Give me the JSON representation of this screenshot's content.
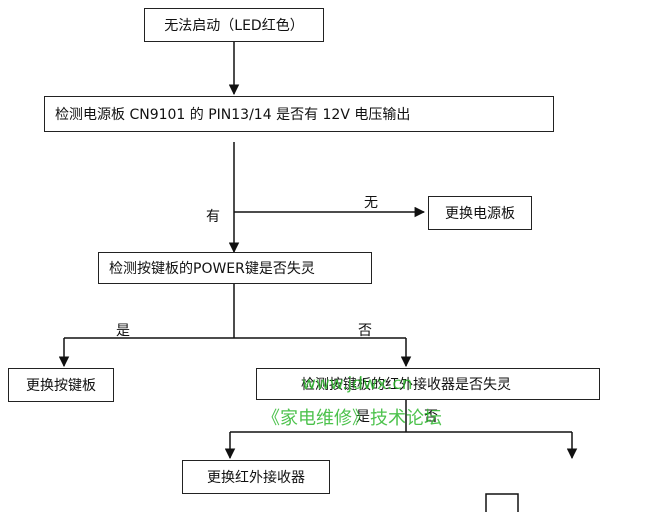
{
  "nodes": {
    "start": "无法启动（LED红色）",
    "check_power": "检测电源板 CN9101 的 PIN13/14 是否有 12V 电压输出",
    "replace_power": "更换电源板",
    "check_key": "检测按键板的POWER键是否失灵",
    "replace_key": "更换按键板",
    "check_ir": "检测按键板的红外接收器是否失灵",
    "replace_ir": "更换红外接收器"
  },
  "edges": {
    "yes1": "有",
    "no1": "无",
    "yes2": "是",
    "no2": "否",
    "yes3": "是",
    "no3": "否"
  },
  "watermark": {
    "url": "www.jdwx.cn",
    "text": "《家电维修》技术论坛"
  },
  "colors": {
    "line": "#111111",
    "watermark": "#2eb82e"
  }
}
